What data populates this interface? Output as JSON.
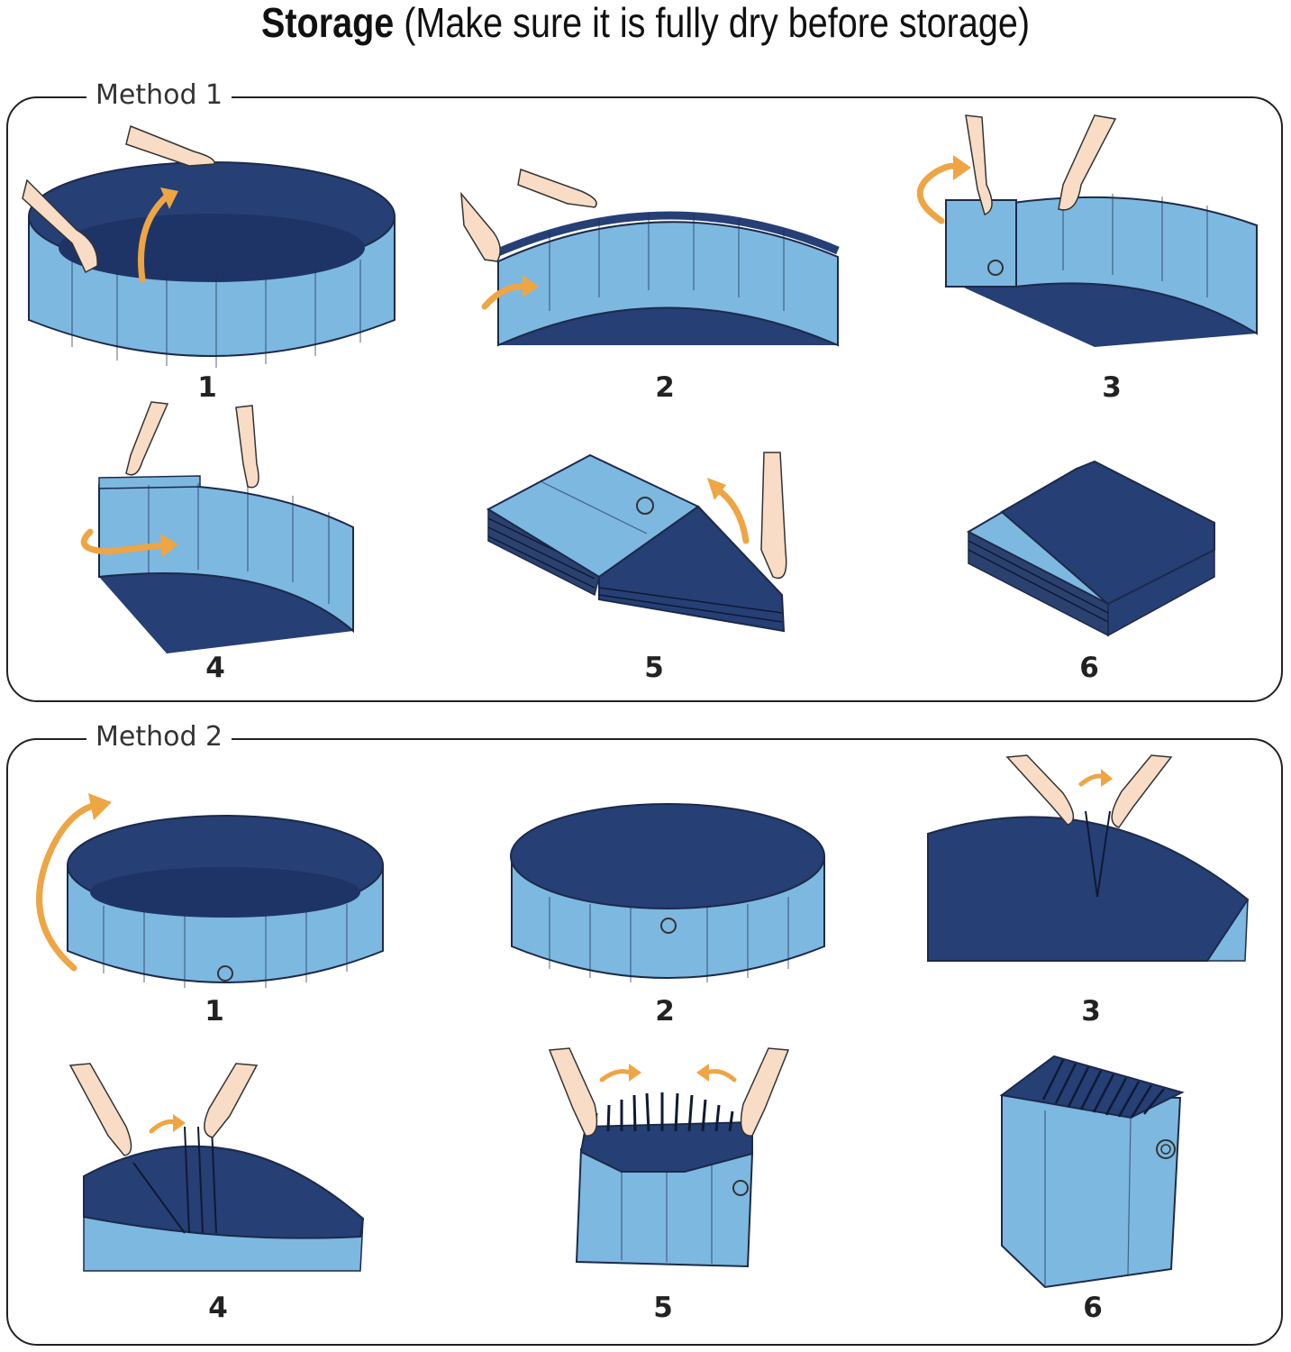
{
  "header": {
    "title_main": "Storage",
    "title_note": "(Make sure it is fully dry before storage)"
  },
  "colors": {
    "pool_outer": "#7db8e0",
    "pool_inner": "#263f75",
    "arrow": "#eea544",
    "skin": "#f8dcc5",
    "outline": "#1c2a4a"
  },
  "methods": [
    {
      "label": "Method 1",
      "steps": [
        {
          "number": "1"
        },
        {
          "number": "2"
        },
        {
          "number": "3"
        },
        {
          "number": "4"
        },
        {
          "number": "5"
        },
        {
          "number": "6"
        }
      ]
    },
    {
      "label": "Method 2",
      "steps": [
        {
          "number": "1"
        },
        {
          "number": "2"
        },
        {
          "number": "3"
        },
        {
          "number": "4"
        },
        {
          "number": "5"
        },
        {
          "number": "6"
        }
      ]
    }
  ]
}
